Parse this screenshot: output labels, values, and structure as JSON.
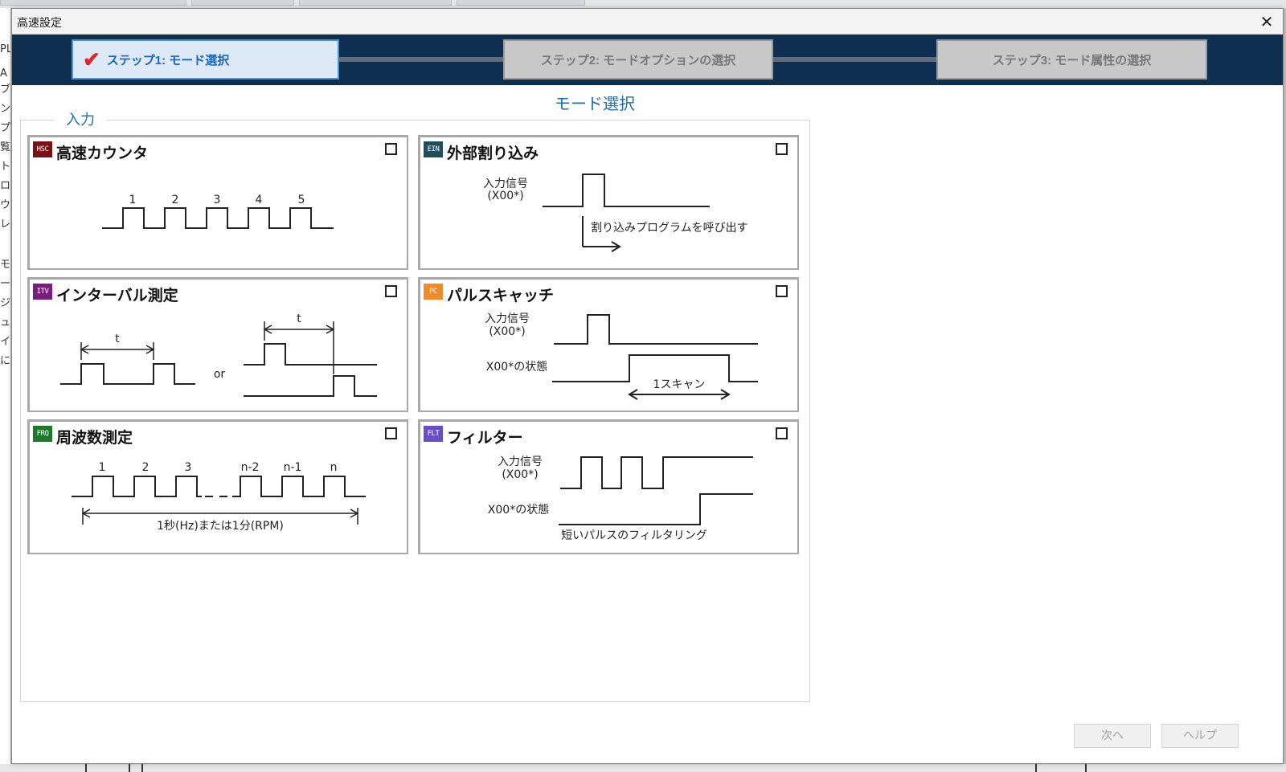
{
  "background": {
    "left_fragments": [
      "PL",
      "A",
      "ブラ",
      "ン",
      "プロ",
      "覧",
      "ト",
      "ロク",
      "ウ",
      "レ",
      "モコ",
      "ー",
      "ジュ",
      "ュ",
      "イ",
      "に"
    ]
  },
  "dialog": {
    "title": "高速設定",
    "close_icon": "close-icon"
  },
  "steps": [
    {
      "label": "ステップ1: モード選択",
      "state": "active"
    },
    {
      "label": "ステップ2: モードオプションの選択",
      "state": "inactive"
    },
    {
      "label": "ステップ3: モード属性の選択",
      "state": "inactive"
    }
  ],
  "heading": "モード選択",
  "group_label": "入力",
  "cards": {
    "hsc": {
      "badge": "HSC",
      "title": "高速カウンタ",
      "numbers": [
        "1",
        "2",
        "3",
        "4",
        "5"
      ]
    },
    "ein": {
      "badge": "EIN",
      "title": "外部割り込み",
      "signal_label_1": "入力信号",
      "signal_label_2": "(X00*)",
      "note": "割り込みプログラムを呼び出す"
    },
    "itv": {
      "badge": "ITV",
      "title": "インターバル測定",
      "t1": "t",
      "or": "or",
      "t2": "t"
    },
    "pc": {
      "badge": "PC",
      "title": "パルスキャッチ",
      "signal_label_1": "入力信号",
      "signal_label_2": "(X00*)",
      "state_label": "X00*の状態",
      "scan_label": "1スキャン"
    },
    "frq": {
      "badge": "FRQ",
      "title": "周波数測定",
      "numbers": [
        "1",
        "2",
        "3",
        "n-2",
        "n-1",
        "n"
      ],
      "caption": "1秒(Hz)または1分(RPM)"
    },
    "flt": {
      "badge": "FLT",
      "title": "フィルター",
      "signal_label_1": "入力信号",
      "signal_label_2": "(X00*)",
      "state_label": "X00*の状態",
      "caption": "短いパルスのフィルタリング"
    }
  },
  "badge_colors": {
    "hsc": "#7a1016",
    "ein": "#1f4f5c",
    "itv": "#7b1d7e",
    "pc": "#f08a2a",
    "frq": "#1d7a2a",
    "flt": "#6a4ec8"
  },
  "buttons": {
    "next": "次へ",
    "help": "ヘルプ"
  }
}
